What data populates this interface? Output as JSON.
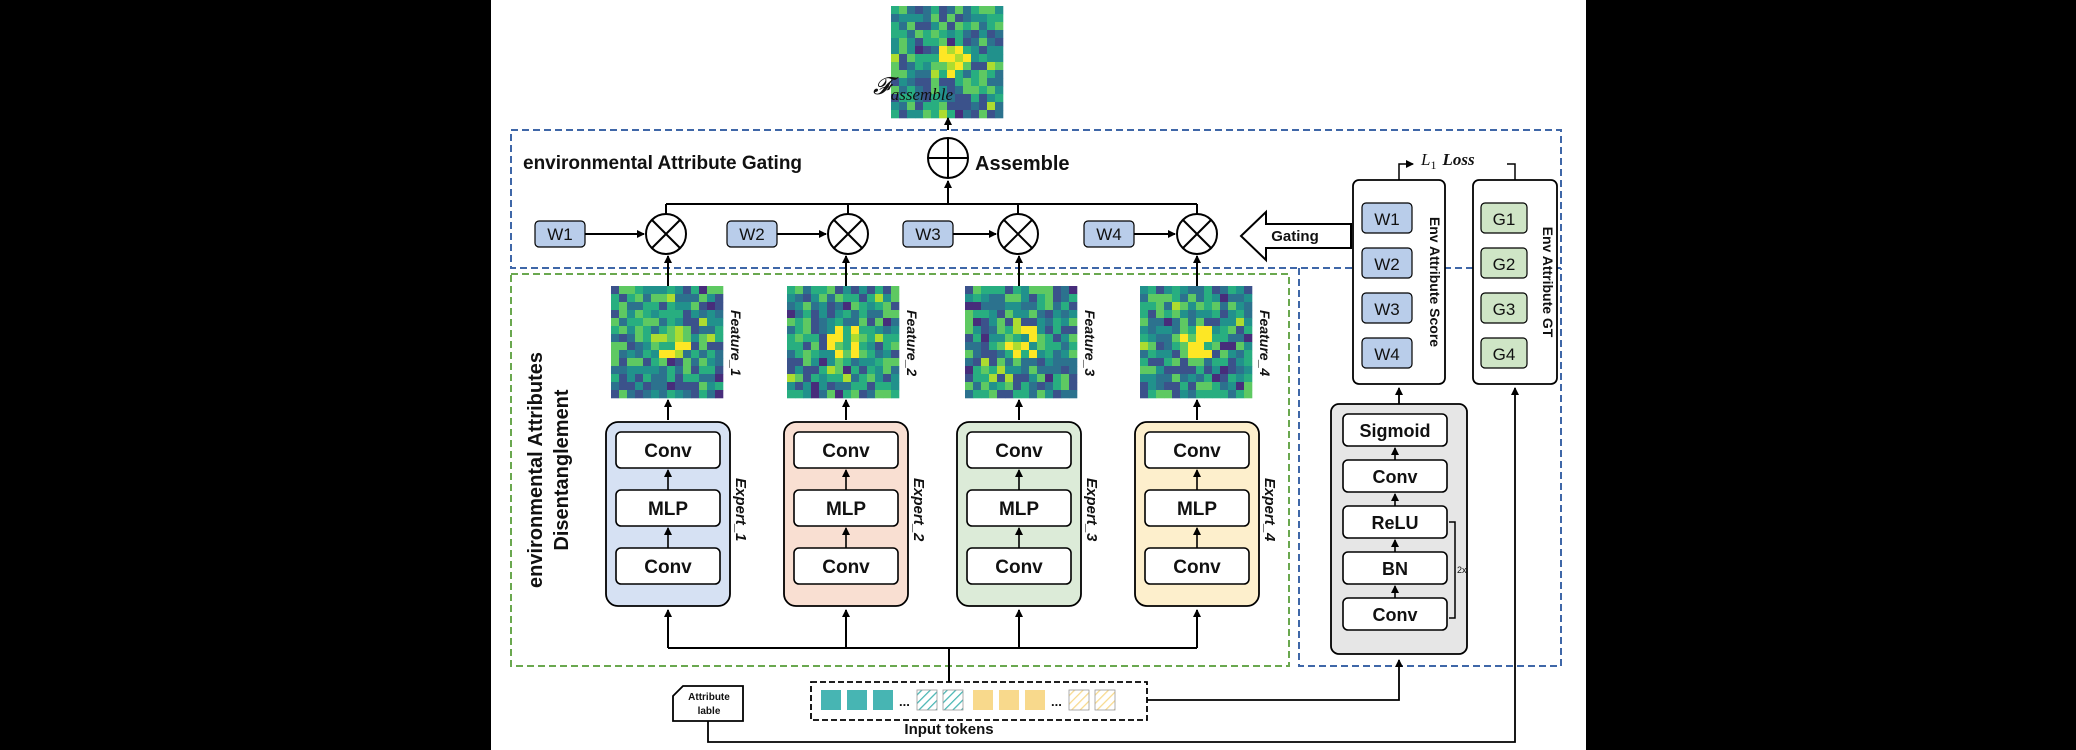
{
  "top_output_label_main": "𝓕",
  "top_output_label_sub": "assemble",
  "assemble_label": "Assemble",
  "gating_section_title": "environmental Attribute Gating",
  "disentangle_title_line1": "environmental Attributes",
  "disentangle_title_line2": "Disentanglement",
  "weights": [
    "W1",
    "W2",
    "W3",
    "W4"
  ],
  "gating_arrow_label": "Gating",
  "l1_loss_L": "L",
  "l1_loss_sub": "1",
  "l1_loss_word": "Loss",
  "score_box_title": "Env Attribute Score",
  "score_items": [
    "W1",
    "W2",
    "W3",
    "W4"
  ],
  "gt_box_title": "Env Attribute GT",
  "gt_items": [
    "G1",
    "G2",
    "G3",
    "G4"
  ],
  "features": [
    "Feature_1",
    "Feature_2",
    "Feature_3",
    "Feature_4"
  ],
  "experts": [
    {
      "label": "Expert_1",
      "layers": [
        "Conv",
        "MLP",
        "Conv"
      ],
      "color": "#d6e1f3"
    },
    {
      "label": "Expert_2",
      "layers": [
        "Conv",
        "MLP",
        "Conv"
      ],
      "color": "#f9dfd2"
    },
    {
      "label": "Expert_3",
      "layers": [
        "Conv",
        "MLP",
        "Conv"
      ],
      "color": "#dcebd8"
    },
    {
      "label": "Expert_4",
      "layers": [
        "Conv",
        "MLP",
        "Conv"
      ],
      "color": "#fdefcc"
    }
  ],
  "scorer_layers": [
    "Sigmoid",
    "Conv",
    "ReLU",
    "BN",
    "Conv"
  ],
  "repeat_label": "2x",
  "attribute_label_line1": "Attribute",
  "attribute_label_line2": "lable",
  "input_tokens_label": "Input tokens",
  "token_ellipsis": "...",
  "colors": {
    "gating_border": "#3f67a8",
    "disentangle_border": "#6aa84f",
    "weight_fill": "#b9cdea",
    "gt_fill": "#cfe5c6",
    "token_teal": "#47b5b3",
    "token_yellow": "#f8d98c",
    "scorer_fill": "#e6e6e6"
  },
  "icons": [
    "circle-plus-icon",
    "circle-times-icon",
    "feature-map-heatmap"
  ]
}
